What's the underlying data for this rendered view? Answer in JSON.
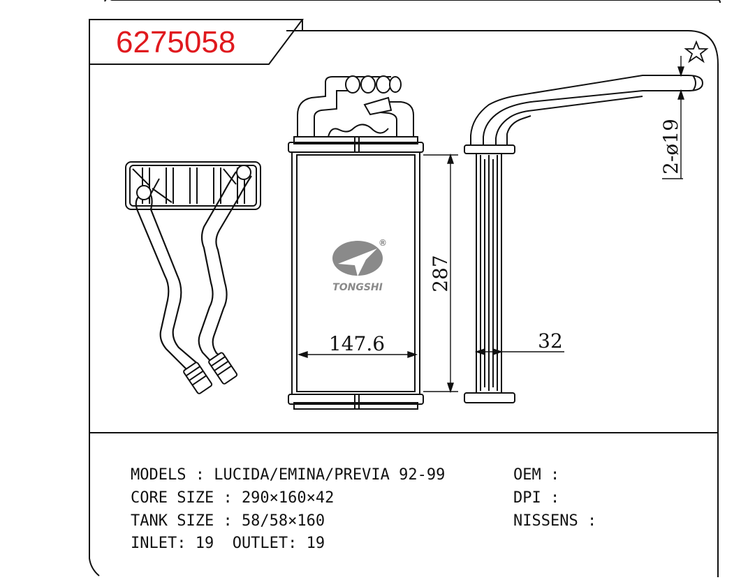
{
  "part_number": "6275058",
  "brand": {
    "name": "TONGSHI",
    "registered_mark": "®"
  },
  "dimensions": {
    "height": "287",
    "width": "147.6",
    "depth": "32",
    "pipes": "2-ø19"
  },
  "specs_left": [
    {
      "id": "models",
      "text": "MODELS : LUCIDA/EMINA/PREVIA 92-99"
    },
    {
      "id": "core",
      "text": "CORE SIZE : 290×160×42"
    },
    {
      "id": "tank",
      "text": "TANK SIZE : 58/58×160"
    },
    {
      "id": "inlet",
      "text": "INLET: 19  OUTLET: 19"
    }
  ],
  "specs_right": [
    {
      "id": "oem",
      "text": "OEM :"
    },
    {
      "id": "dpi",
      "text": "DPI :"
    },
    {
      "id": "nissens",
      "text": "NISSENS :"
    }
  ],
  "colors": {
    "part_number": "#e0191e",
    "line": "#111111",
    "logo": "#8a8a8a"
  },
  "icons": [
    "star-icon"
  ]
}
